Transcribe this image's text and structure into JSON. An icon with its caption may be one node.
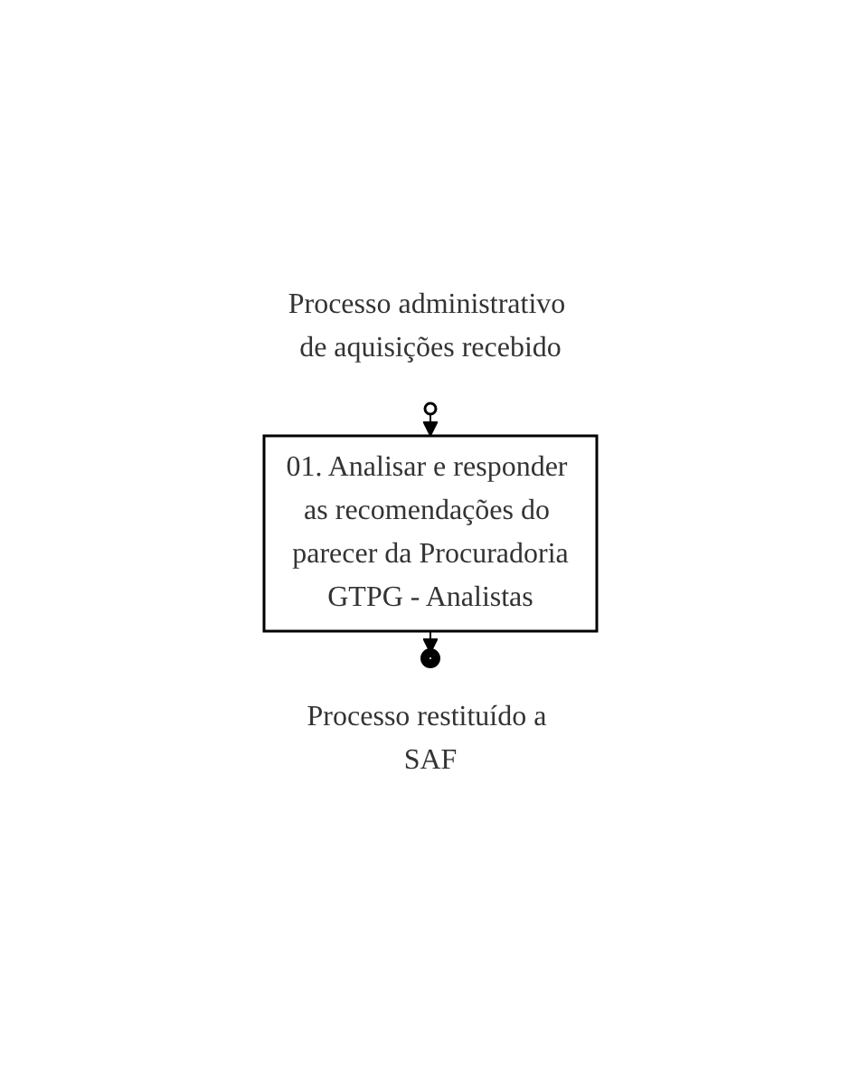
{
  "diagram": {
    "nodes": [
      {
        "text": [],
        "shape": "circle",
        "beside": [
          "Processo administrativo de aquisições recebido"
        ]
      },
      {
        "text": [
          "01. Analisar e responder as recomendações do parecer da Procuradoria",
          "GTPG - Analistas"
        ]
      },
      {
        "text": [],
        "shape": "circle",
        "beside": [
          "Processo restituído a SAF"
        ]
      }
    ],
    "edges": [
      {
        "from": 0,
        "to": 1,
        "arrow": "to"
      },
      {
        "from": 1,
        "to": 2,
        "arrow": "to"
      }
    ]
  }
}
